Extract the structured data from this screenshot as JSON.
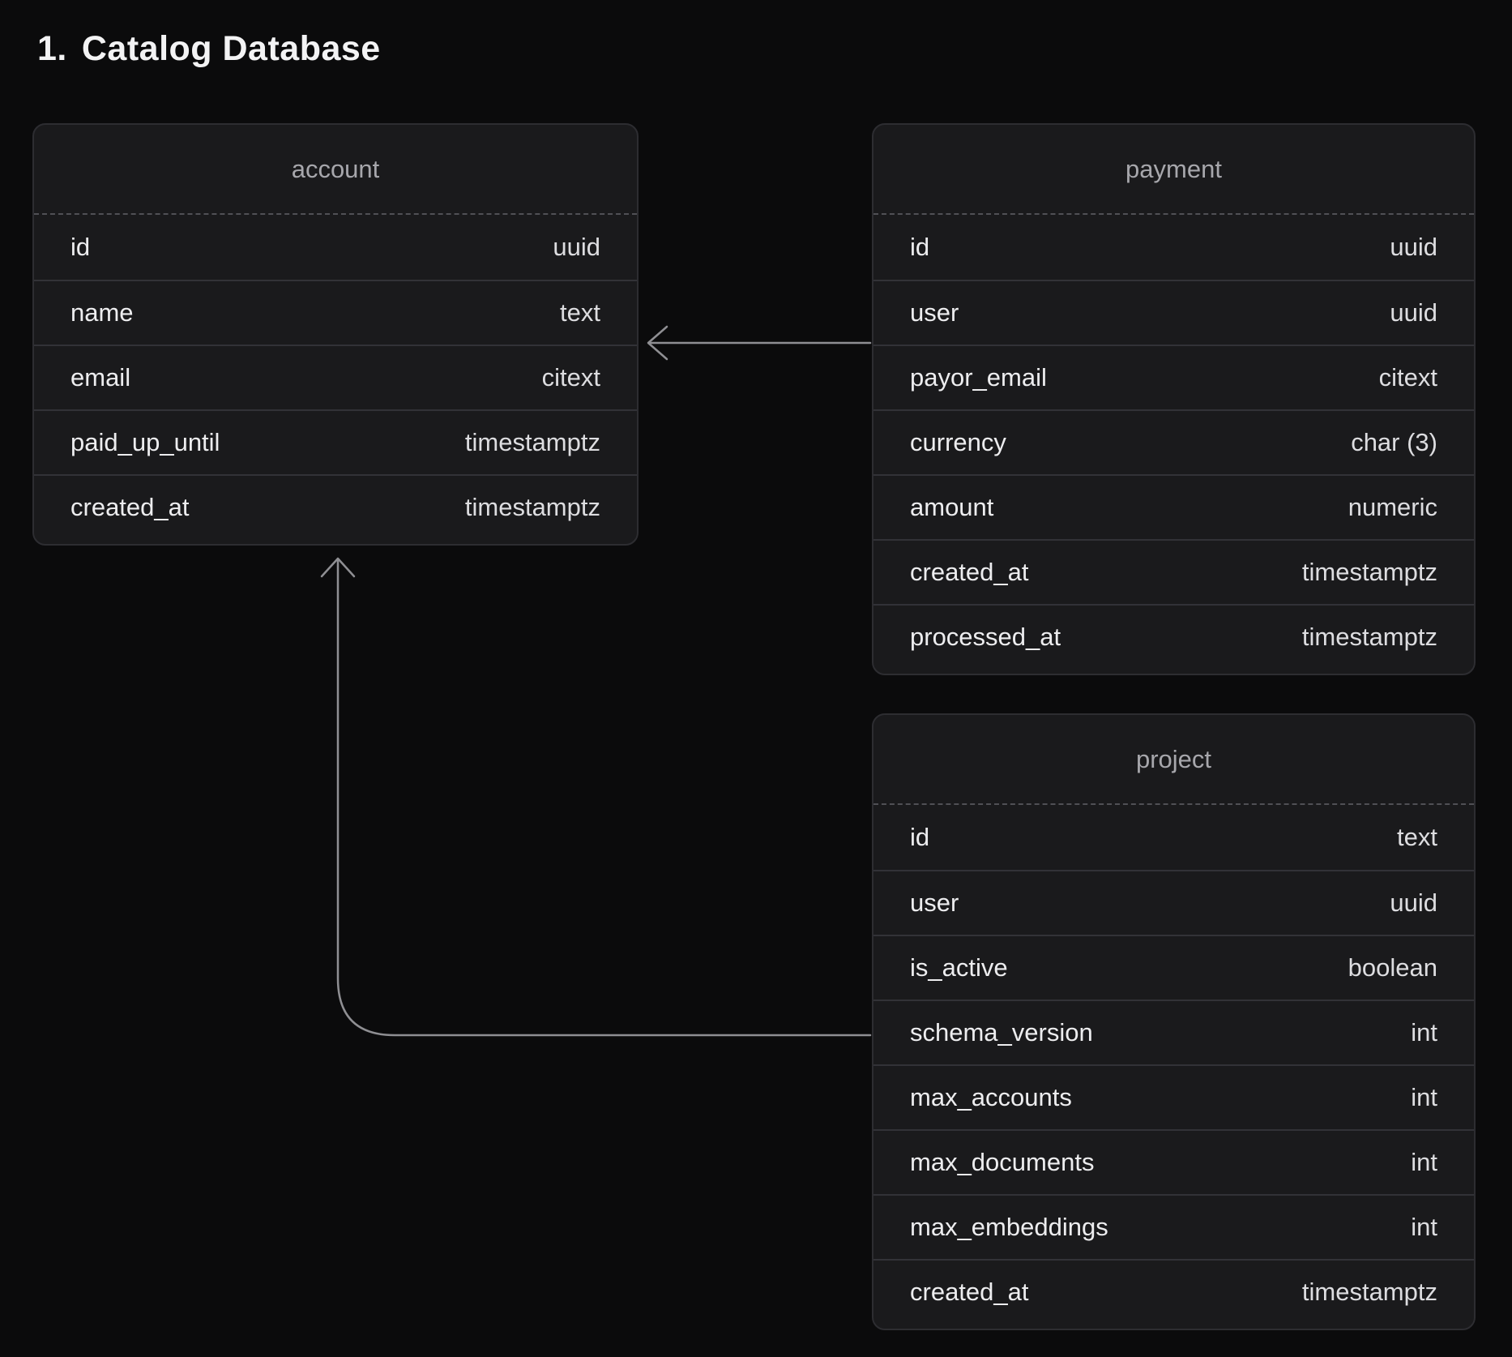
{
  "page": {
    "title_number": "1.",
    "title_text": "Catalog Database"
  },
  "colors": {
    "background": "#0b0b0c",
    "table_bg": "#1a1a1c",
    "table_border": "#2d2d31",
    "row_divider": "#323237",
    "header_divider": "#505055",
    "header_text": "#a7a7ac",
    "field_text": "#ededef",
    "type_text": "#dddde0",
    "connector": "#8f8f93",
    "title_text": "#f3f3f4"
  },
  "tables": [
    {
      "id": "account",
      "name": "account",
      "fields": [
        {
          "name": "id",
          "type": "uuid"
        },
        {
          "name": "name",
          "type": "text"
        },
        {
          "name": "email",
          "type": "citext"
        },
        {
          "name": "paid_up_until",
          "type": "timestamptz"
        },
        {
          "name": "created_at",
          "type": "timestamptz"
        }
      ]
    },
    {
      "id": "payment",
      "name": "payment",
      "fields": [
        {
          "name": "id",
          "type": "uuid"
        },
        {
          "name": "user",
          "type": "uuid"
        },
        {
          "name": "payor_email",
          "type": "citext"
        },
        {
          "name": "currency",
          "type": "char (3)"
        },
        {
          "name": "amount",
          "type": "numeric"
        },
        {
          "name": "created_at",
          "type": "timestamptz"
        },
        {
          "name": "processed_at",
          "type": "timestamptz"
        }
      ]
    },
    {
      "id": "project",
      "name": "project",
      "fields": [
        {
          "name": "id",
          "type": "text"
        },
        {
          "name": "user",
          "type": "uuid"
        },
        {
          "name": "is_active",
          "type": "boolean"
        },
        {
          "name": "schema_version",
          "type": "int"
        },
        {
          "name": "max_accounts",
          "type": "int"
        },
        {
          "name": "max_documents",
          "type": "int"
        },
        {
          "name": "max_embeddings",
          "type": "int"
        },
        {
          "name": "created_at",
          "type": "timestamptz"
        }
      ]
    }
  ],
  "relationships": [
    {
      "from": "payment",
      "to": "account",
      "label": "payment → account"
    },
    {
      "from": "project",
      "to": "account",
      "label": "project → account"
    }
  ]
}
